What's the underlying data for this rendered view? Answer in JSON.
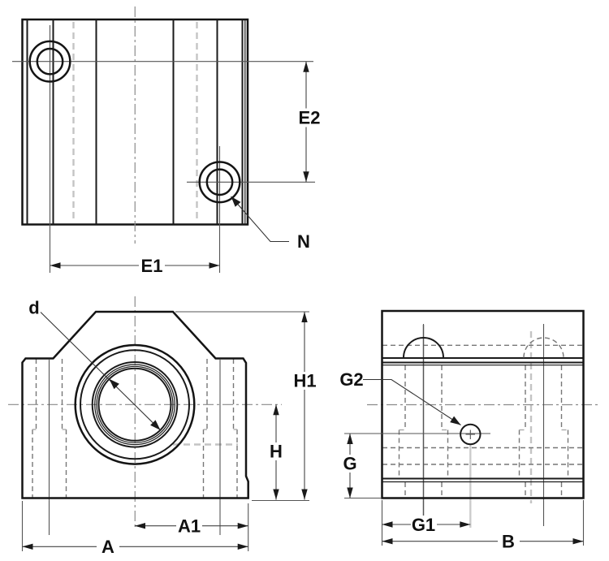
{
  "figure": {
    "type": "engineering-drawing",
    "description": "Three-view orthographic dimension drawing of a linear bearing pillow block housing",
    "background_color": "#ffffff",
    "views": [
      {
        "id": "top-view",
        "name": "Top view",
        "labels": [
          "E1",
          "E2",
          "N"
        ]
      },
      {
        "id": "front-view",
        "name": "Front view",
        "labels": [
          "d",
          "A",
          "A1",
          "H",
          "H1"
        ]
      },
      {
        "id": "side-view",
        "name": "Side view",
        "labels": [
          "B",
          "G",
          "G1",
          "G2"
        ]
      }
    ]
  },
  "labels": {
    "d": {
      "text": "d"
    },
    "E1": {
      "text": "E1"
    },
    "E2": {
      "text": "E2"
    },
    "N": {
      "text": "N"
    },
    "A": {
      "text": "A"
    },
    "A1": {
      "text": "A1"
    },
    "H": {
      "text": "H"
    },
    "H1": {
      "text": "H1"
    },
    "G": {
      "text": "G"
    },
    "G1": {
      "text": "G1"
    },
    "G2": {
      "text": "G2"
    },
    "B": {
      "text": "B"
    }
  },
  "colors": {
    "outline": "#141414",
    "dimension": "#444444",
    "hidden_line": "#777777",
    "center_line": "#8a8a8a",
    "artifact_gray": "#c4c4c4",
    "background": "#ffffff"
  }
}
